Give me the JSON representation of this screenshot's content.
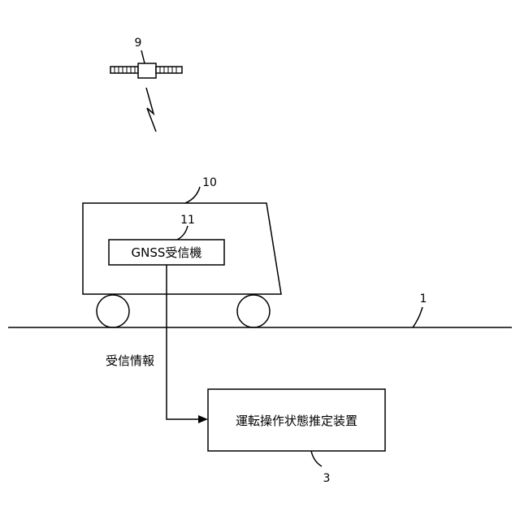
{
  "labels": {
    "satellite": "9",
    "vehicle": "10",
    "receiver_ref": "11",
    "ground": "1",
    "device_ref": "3",
    "receiver": "GNSS受信機",
    "signal": "受信情報",
    "device": "運転操作状態推定装置"
  }
}
